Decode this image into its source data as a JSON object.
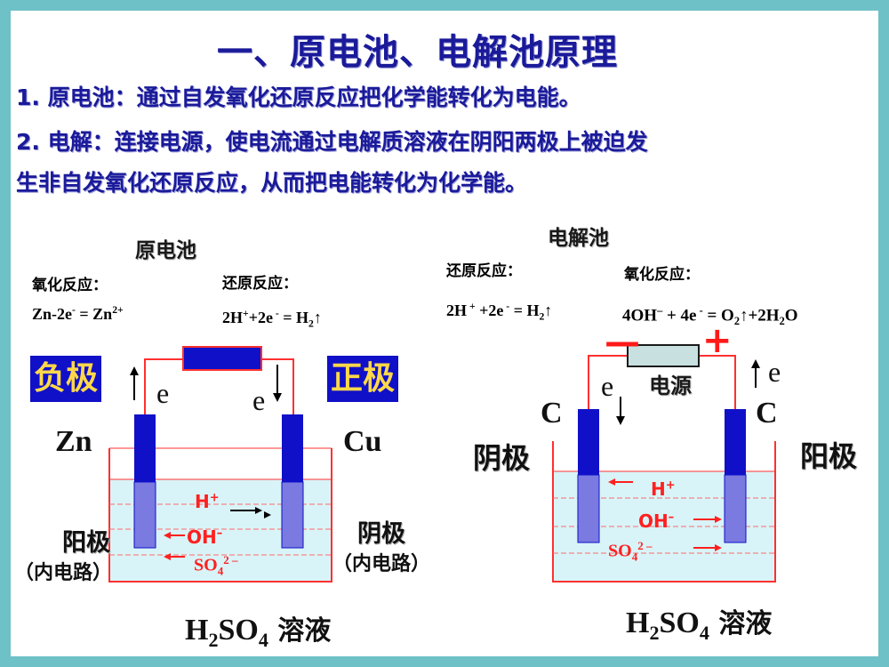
{
  "title": "一、原电池、电解池原理",
  "point1": "1. 原电池：通过自发氧化还原反应把化学能转化为电能。",
  "point2_line1": "2. 电解：连接电源，使电流通过电解质溶液在阴阳两极上被迫发",
  "point2_line2": "生非自发氧化还原反应，从而把电能转化为化学能。",
  "galvanic": {
    "heading": "原电池",
    "ox_label": "氧化反应：",
    "red_label": "还原反应：",
    "ox_eq": {
      "a": "Zn-2e",
      "a_sup": "-",
      "b": " = Zn",
      "b_sup": "2+"
    },
    "red_eq": {
      "a": "2H",
      "a_sup": "+",
      "b": "+2e",
      "b_sup": " -",
      "c": " = H",
      "c_sub": "2",
      "d": "↑"
    },
    "negative": "负极",
    "positive": "正极",
    "electron": "e",
    "anode_metal": "Zn",
    "cathode_metal": "Cu",
    "anode_inner": "阳极",
    "cathode_inner": "阴极",
    "inner_circuit": "（内电路）",
    "ion_h": "H",
    "ion_h_sup": "+",
    "ion_oh": "OH",
    "ion_oh_sup": "–",
    "ion_so4": "SO",
    "ion_so4_sub": "4",
    "ion_so4_sup": "2 –",
    "solution_a": "H",
    "solution_sub1": "2",
    "solution_b": "SO",
    "solution_sub2": "4",
    "solution_c": " 溶液"
  },
  "electrolytic": {
    "heading": "电解池",
    "red_label": "还原反应：",
    "ox_label": "氧化反应：",
    "red_eq": {
      "a": "2H",
      "a_sup": " +",
      "b": " +2e",
      "b_sup": " -",
      "c": " = H",
      "c_sub": "2",
      "d": "↑"
    },
    "ox_eq": {
      "a": "4OH",
      "a_sup": "–",
      "b": " + 4e",
      "b_sup": " -",
      "c": " = O",
      "c_sub": "2",
      "d": "↑+2H",
      "d_sub": "2",
      "e": "O"
    },
    "minus": "—",
    "plus": "+",
    "power": "电源",
    "electron": "e",
    "electrode": "C",
    "cathode": "阴极",
    "anode": "阳极",
    "ion_h": "H",
    "ion_h_sup": "+",
    "ion_oh": "OH",
    "ion_oh_sup": "–",
    "ion_so4": "SO",
    "ion_so4_sub": "4",
    "ion_so4_sup": "2 –",
    "solution_a": "H",
    "solution_sub1": "2",
    "solution_b": "SO",
    "solution_sub2": "4",
    "solution_c": " 溶液"
  },
  "colors": {
    "title": "#1a1a9a",
    "electrode": "#1010c8",
    "electrode_submerged": "#7a7ae0",
    "solution": "#d8f4f8",
    "beaker": "#ff3030",
    "ion": "#ff2020",
    "frame": "#6fc1c8"
  }
}
